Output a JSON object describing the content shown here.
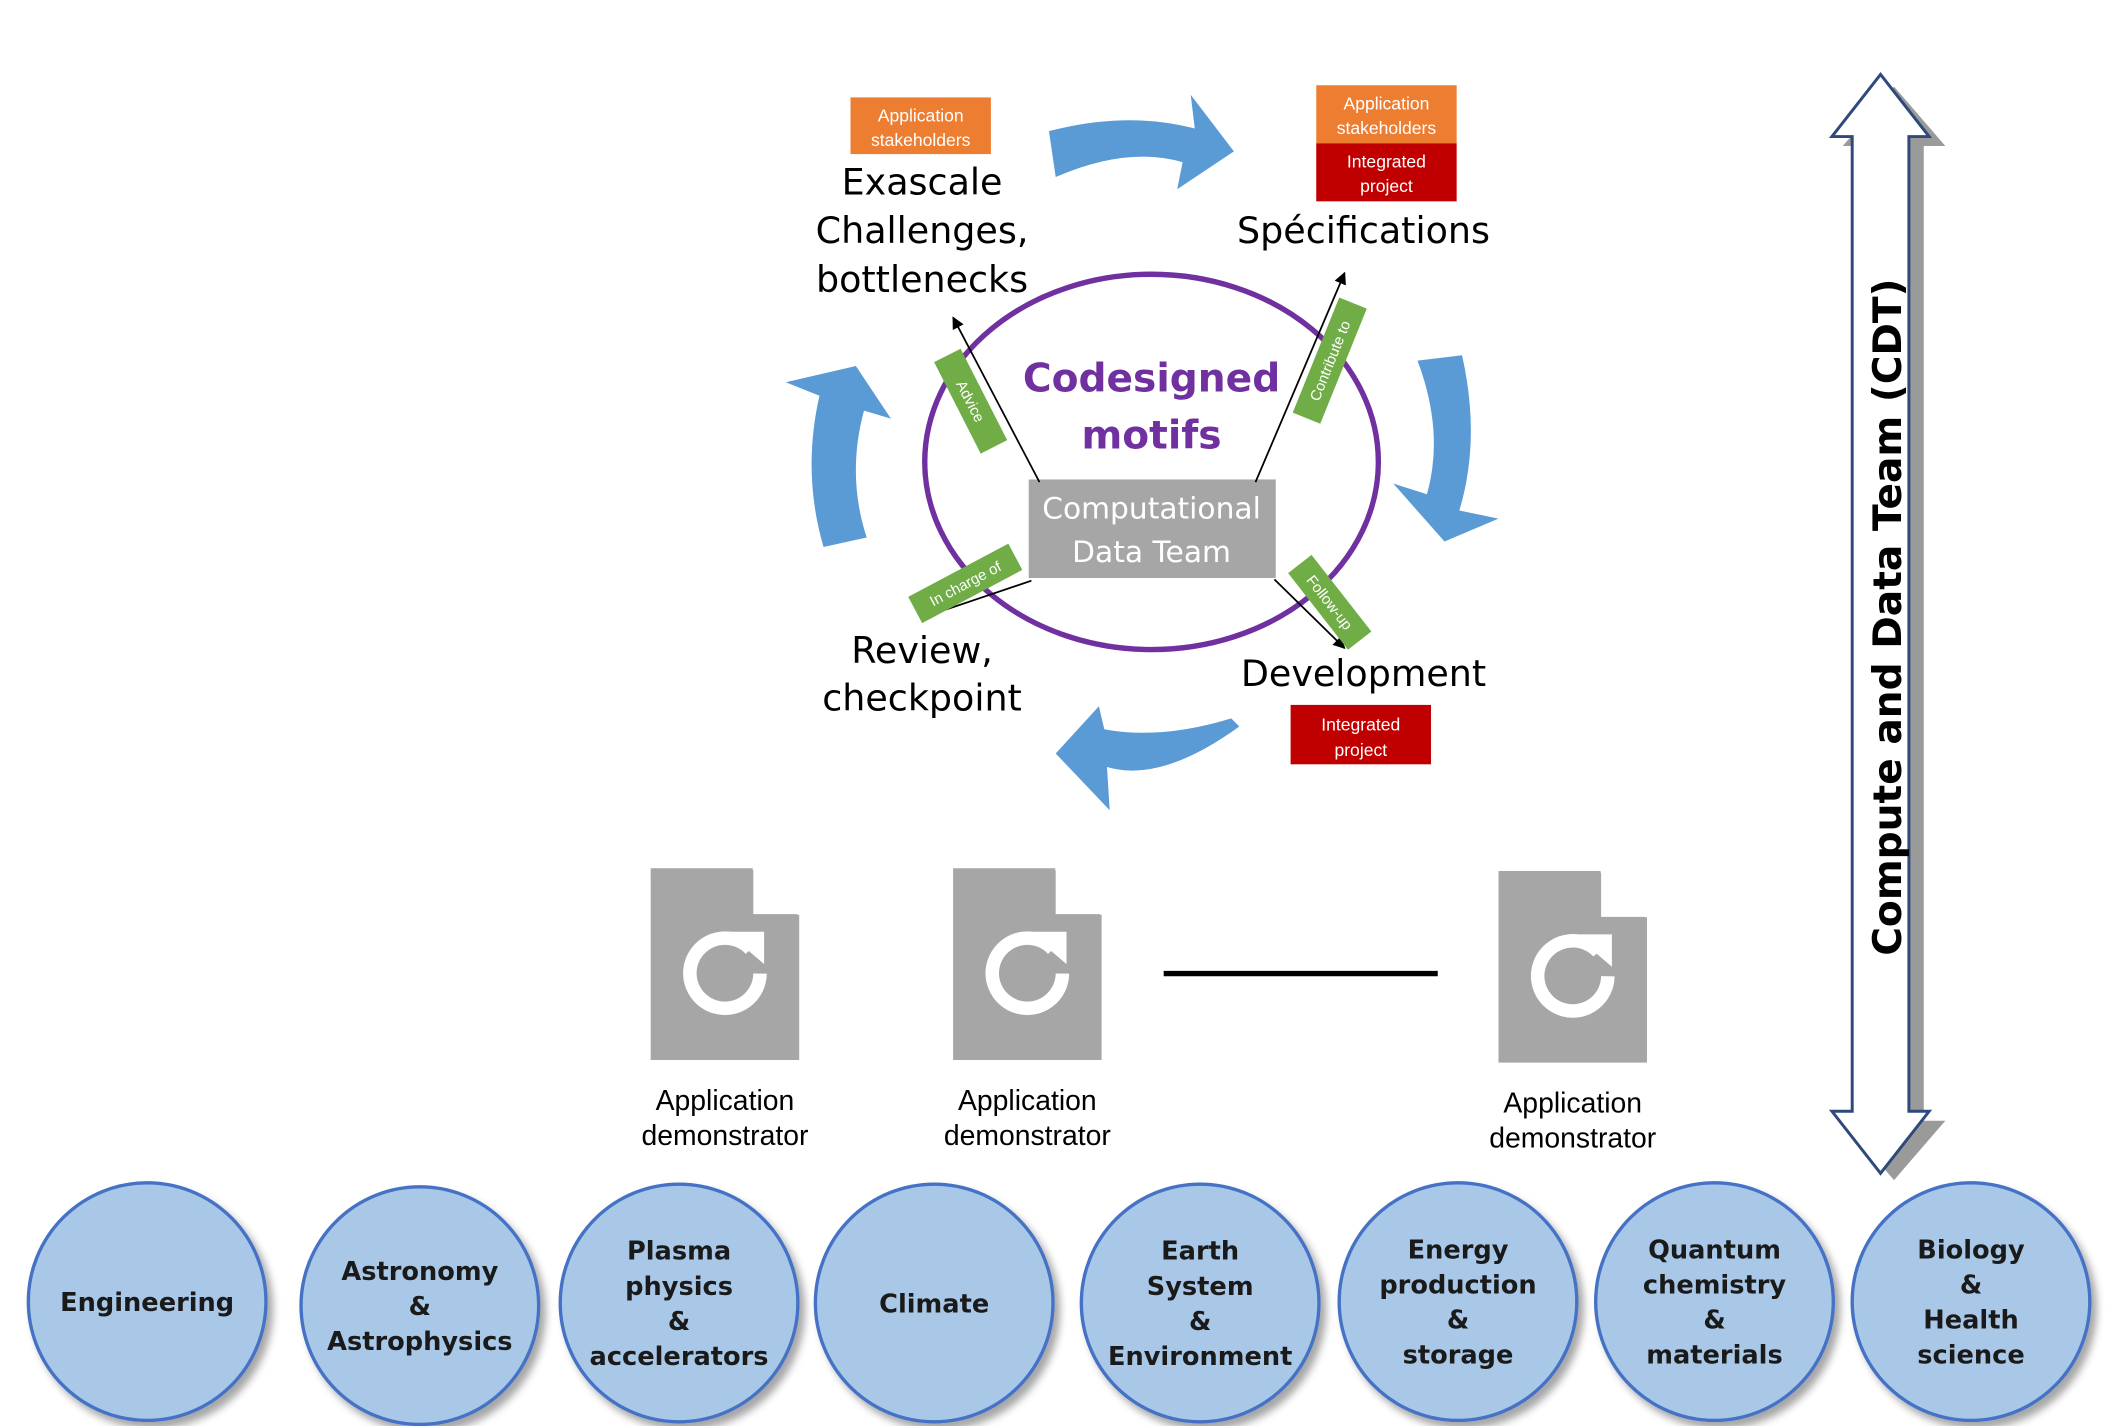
{
  "cycle": {
    "center_title": [
      "Codesigned",
      "motifs"
    ],
    "center_box": [
      "Computational",
      "Data Team"
    ],
    "stages": {
      "challenges": [
        "Exascale",
        "Challenges,",
        "bottlenecks"
      ],
      "specifications": [
        "Spécifications"
      ],
      "development": [
        "Development"
      ],
      "review": [
        "Review,",
        "checkpoint"
      ]
    },
    "tags": {
      "app_stakeholders_left": [
        "Application",
        "stakeholders"
      ],
      "app_stakeholders_right": [
        "Application",
        "stakeholders"
      ],
      "integrated_project_top": [
        "Integrated",
        "project"
      ],
      "integrated_project_bottom": [
        "Integrated",
        "project"
      ]
    },
    "links": {
      "advice": "Advice",
      "contribute": "Contribute to",
      "in_charge": "In charge of",
      "follow_up": "Follow-up"
    }
  },
  "demonstrators": [
    [
      "Application",
      "demonstrator"
    ],
    [
      "Application",
      "demonstrator"
    ],
    [
      "Application",
      "demonstrator"
    ]
  ],
  "cdt_label": "Compute and Data Team (CDT)",
  "domains": [
    [
      "Engineering"
    ],
    [
      "Astronomy",
      "&",
      "Astrophysics"
    ],
    [
      "Plasma",
      "physics",
      "&",
      "accelerators"
    ],
    [
      "Climate"
    ],
    [
      "Earth",
      "System",
      "&",
      "Environment"
    ],
    [
      "Energy",
      "production",
      "&",
      "storage"
    ],
    [
      "Quantum",
      "chemistry",
      "&",
      "materials"
    ],
    [
      "Biology",
      "&",
      "Health",
      "science"
    ]
  ],
  "colors": {
    "arrow_blue": "#5b9bd5",
    "ellipse_purple": "#7030a0",
    "title_purple": "#7030a0",
    "box_gray": "#a6a6a6",
    "tag_orange": "#ed7d31",
    "tag_red": "#c00000",
    "tag_green": "#70ad47",
    "doc_gray": "#a6a6a6",
    "circle_fill": "#a9c8e8",
    "circle_stroke": "#4472c4"
  },
  "icons": {
    "demonstrator": "refresh-document-icon"
  }
}
